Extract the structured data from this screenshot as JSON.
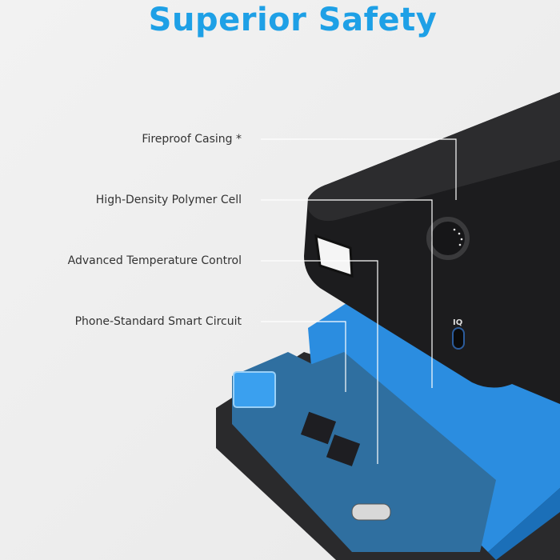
{
  "title": "Superior Safety",
  "features": [
    {
      "label": "Fireproof Casing *"
    },
    {
      "label": "High-Density Polymer Cell"
    },
    {
      "label": "Advanced Temperature Control"
    },
    {
      "label": "Phone-Standard Smart Circuit"
    }
  ],
  "port_mark": "IQ",
  "colors": {
    "accent": "#1ea0e6",
    "casing": "#1c1c1e",
    "cell": "#2b8de0"
  }
}
